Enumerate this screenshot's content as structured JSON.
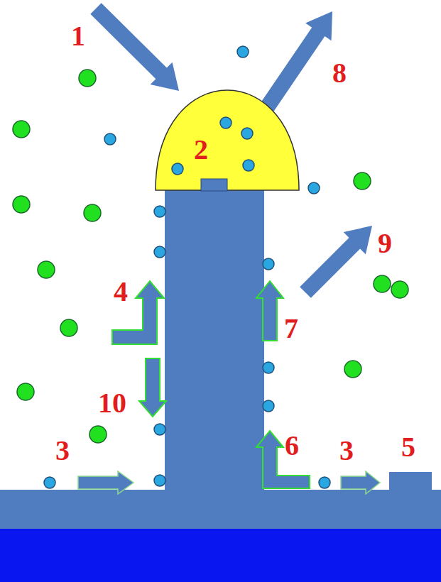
{
  "diagram": {
    "nodes": [
      {
        "text": [
          "2"
        ]
      }
    ],
    "labels": [
      "1",
      "8",
      "9",
      "4",
      "7",
      "10",
      "6",
      "3",
      "3",
      "5"
    ]
  }
}
